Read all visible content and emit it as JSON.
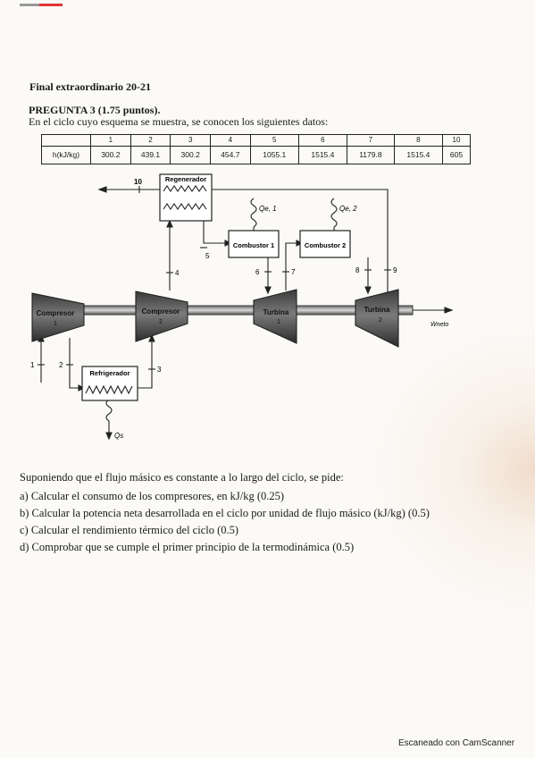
{
  "header": {
    "exam": "Final extraordinario 20-21",
    "question": "PREGUNTA 3 (1.75 puntos).",
    "intro": "En el ciclo cuyo esquema se muestra, se conocen los siguientes datos:"
  },
  "table": {
    "columns": [
      "",
      "1",
      "2",
      "3",
      "4",
      "5",
      "6",
      "7",
      "8",
      "10"
    ],
    "row_label": "h(kJ/kg)",
    "values": [
      "300.2",
      "439.1",
      "300.2",
      "454.7",
      "1055.1",
      "1515.4",
      "1179.8",
      "1515.4",
      "605"
    ]
  },
  "diagram": {
    "regenerador": "Regenerador",
    "refrigerador": "Refrigerador",
    "compresor1": "Compresor",
    "compresor1_num": "1",
    "compresor2": "Compresor",
    "compresor2_num": "2",
    "turbina1": "Turbina",
    "turbina1_num": "1",
    "turbina2": "Turbina",
    "turbina2_num": "2",
    "combustor1": "Combustor 1",
    "combustor2": "Combustor 2",
    "q_e1": "Q̇e, 1",
    "q_e2": "Q̇e, 2",
    "q_s": "Q̇s",
    "w_neto": "Ẇneto",
    "states": {
      "s1": "1",
      "s2": "2",
      "s3": "3",
      "s4": "4",
      "s5": "5",
      "s6": "6",
      "s7": "7",
      "s8": "8",
      "s9": "9",
      "s10": "10"
    }
  },
  "questions": {
    "lead": "Suponiendo que el flujo másico es constante a lo largo del ciclo, se pide:",
    "a": "a) Calcular el consumo de los compresores, en kJ/kg (0.25)",
    "b": "b) Calcular la potencia neta desarrollada en el ciclo por unidad de flujo másico (kJ/kg) (0.5)",
    "c": "c) Calcular el rendimiento térmico del ciclo (0.5)",
    "d": "d) Comprobar que se cumple el primer principio de la termodinámica (0.5)"
  },
  "footer": "Escaneado con CamScanner"
}
